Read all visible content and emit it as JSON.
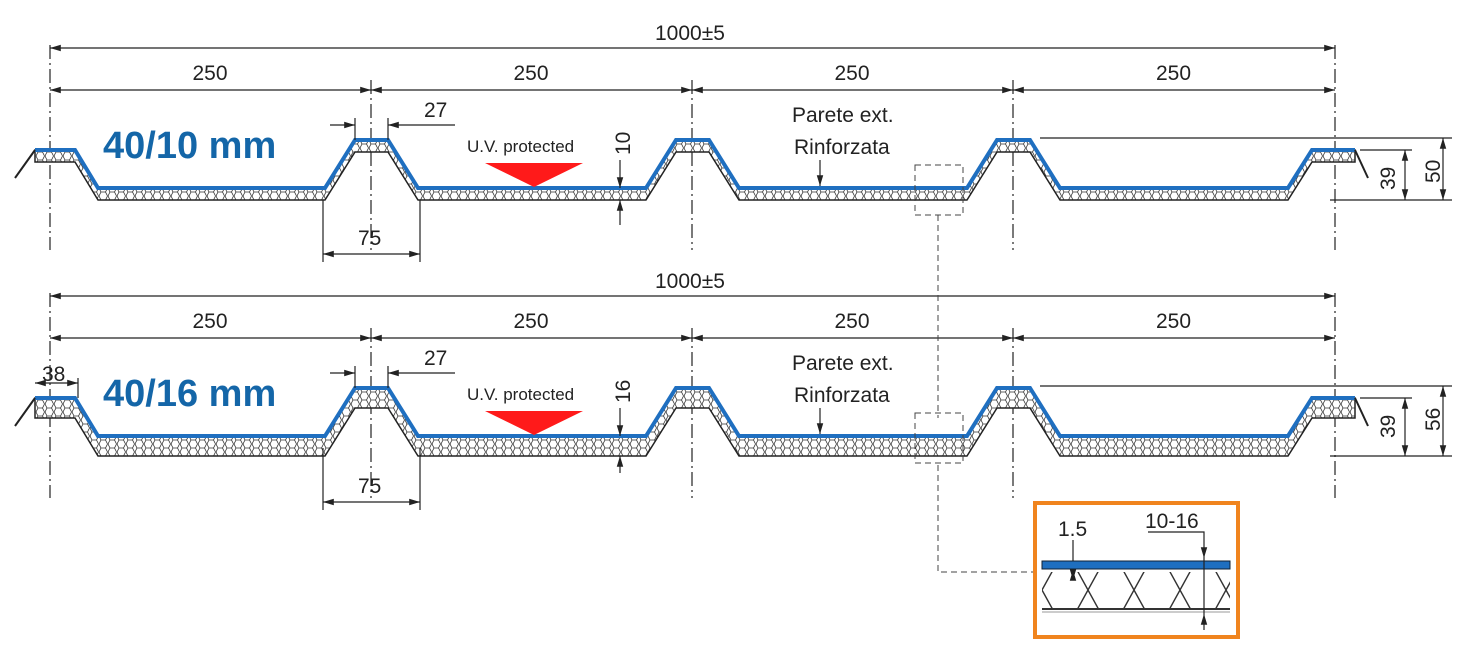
{
  "profiles": [
    {
      "title": "40/10 mm",
      "total_width": "1000±5",
      "spans": [
        "250",
        "250",
        "250",
        "250"
      ],
      "crest": "27",
      "base": "75",
      "thickness": "10",
      "rib_height": "39",
      "total_height": "50",
      "uv_label": "U.V. protected",
      "wall_label_1": "Parete ext.",
      "wall_label_2": "Rinforzata"
    },
    {
      "title": "40/16 mm",
      "total_width": "1000±5",
      "spans": [
        "250",
        "250",
        "250",
        "250"
      ],
      "crest": "27",
      "base": "75",
      "thickness": "16",
      "rib_height": "39",
      "total_height": "56",
      "edge": "38",
      "uv_label": "U.V. protected",
      "wall_label_1": "Parete ext.",
      "wall_label_2": "Rinforzata"
    }
  ],
  "detail": {
    "skin": "1.5",
    "thickness_range": "10-16"
  },
  "colors": {
    "title": "#1466a8",
    "skin": "#1f6fc0",
    "uv_arrow": "#ff1a1a",
    "detail_border": "#f0841e"
  }
}
